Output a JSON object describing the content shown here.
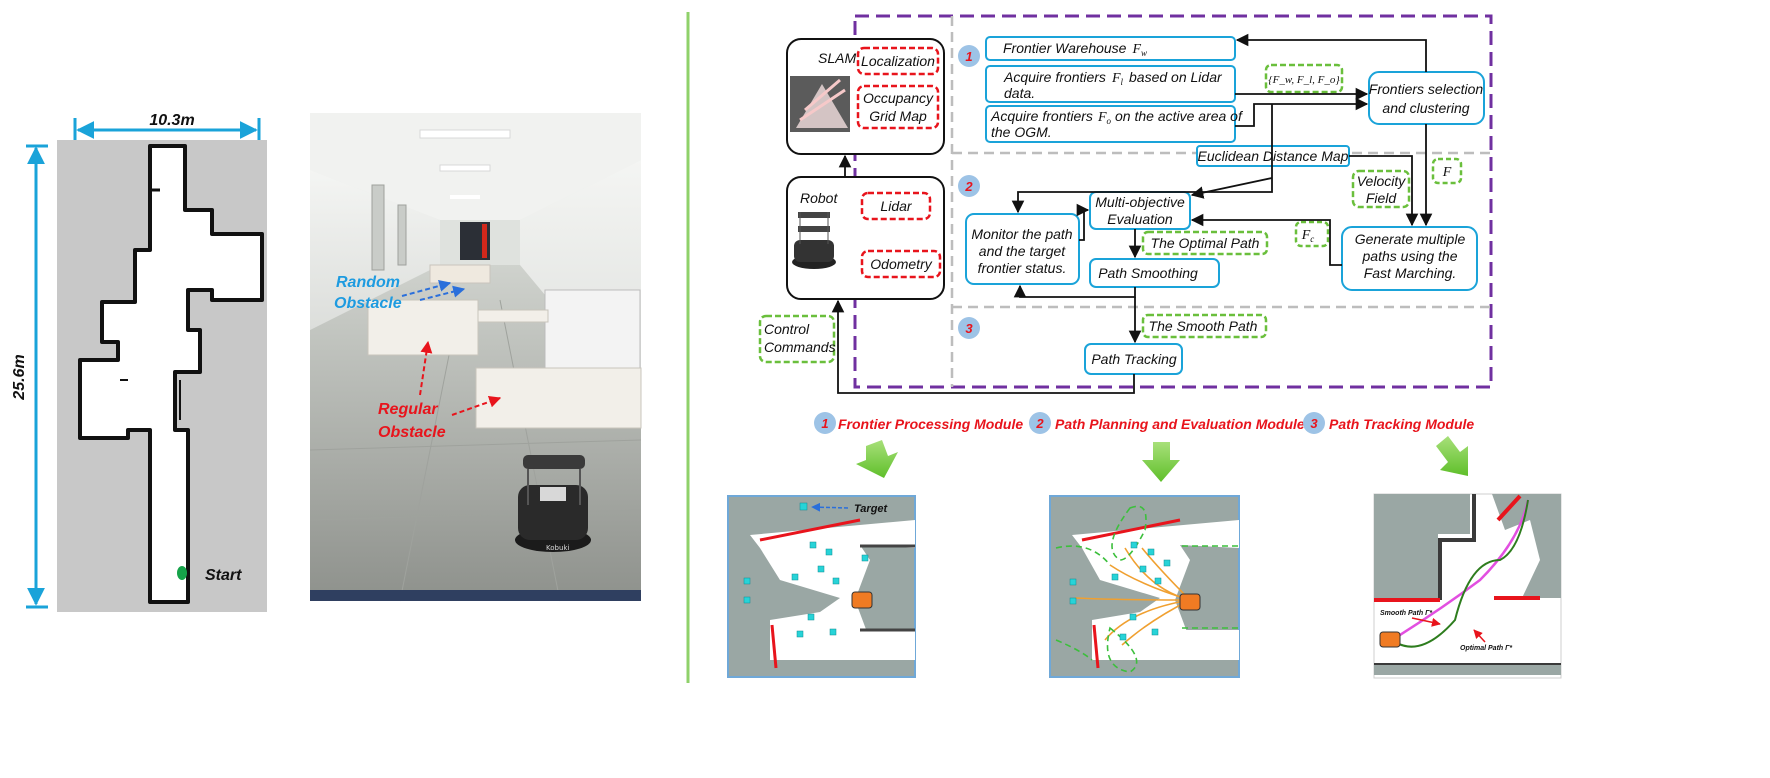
{
  "left_map": {
    "width_label": "10.3m",
    "height_label": "25.6m",
    "start_label": "Start"
  },
  "photo": {
    "random_obstacle_line1": "Random",
    "random_obstacle_line2": "Obstacle",
    "regular_obstacle_line1": "Regular",
    "regular_obstacle_line2": "Obstacle",
    "robot_brand": "Kobuki"
  },
  "diagram": {
    "slam_title": "SLAM",
    "localization": "Localization",
    "occupancy_line1": "Occupancy",
    "occupancy_line2": "Grid Map",
    "robot_title": "Robot",
    "lidar": "Lidar",
    "odometry": "Odometry",
    "control_line1": "Control",
    "control_line2": "Commands",
    "region1_number": "1",
    "region2_number": "2",
    "region3_number": "3",
    "frontier_warehouse": "Frontier Warehouse",
    "fw_symbol": "F",
    "fw_sub": "w",
    "acquire_lidar_prefix": "Acquire frontiers",
    "acquire_lidar_symbol": "F",
    "acquire_lidar_sub": "l",
    "acquire_lidar_suffix": "based on Lidar",
    "acquire_lidar_line2": "data.",
    "acquire_ogm_prefix": "Acquire frontiers",
    "acquire_ogm_symbol": "F",
    "acquire_ogm_sub": "o",
    "acquire_ogm_suffix": "on the active area of",
    "acquire_ogm_line2": "the OGM.",
    "set_symbol": "{F_w, F_l, F_o}",
    "frontier_select_line1": "Frontiers selection",
    "frontier_select_line2": "and clustering",
    "edm": "Euclidean  Distance Map",
    "f_symbol": "F",
    "velocity_line1": "Velocity",
    "velocity_line2": "Field",
    "multi_obj_line1": "Multi-objective",
    "multi_obj_line2": "Evaluation",
    "monitor_line1": "Monitor the path",
    "monitor_line2": "and the target",
    "monitor_line3": "frontier status.",
    "optimal_path": "The Optimal Path",
    "fc_symbol": "F",
    "fc_sub": "c",
    "generate_line1": "Generate multiple",
    "generate_line2": "paths using the",
    "generate_line3": "Fast Marching.",
    "path_smoothing": "Path Smoothing",
    "smooth_path": "The Smooth Path",
    "path_tracking": "Path Tracking"
  },
  "modules": [
    {
      "number": "1",
      "label": "Frontier Processing Module"
    },
    {
      "number": "2",
      "label": "Path Planning and Evaluation Module"
    },
    {
      "number": "3",
      "label": "Path Tracking Module"
    }
  ],
  "panels": {
    "target_label": "Target",
    "smooth_path_label": "Smooth Path Γ*",
    "optimal_path_label": "Optimal Path Γ*"
  },
  "colors": {
    "cyan_box": "#1aa3d9",
    "red_dash": "#e8141c",
    "green_dash": "#6abf3c",
    "purple_dash": "#7030a0",
    "divider_green": "#8fd16a",
    "module_red": "#e8141c",
    "module_circle": "#9dc3e6",
    "frontier_cyan": "#27d3d8",
    "robot_orange": "#f07b23",
    "path_orange": "#f0a030",
    "smooth_magenta": "#e24fe0",
    "optimal_green": "#2e7d1e"
  }
}
